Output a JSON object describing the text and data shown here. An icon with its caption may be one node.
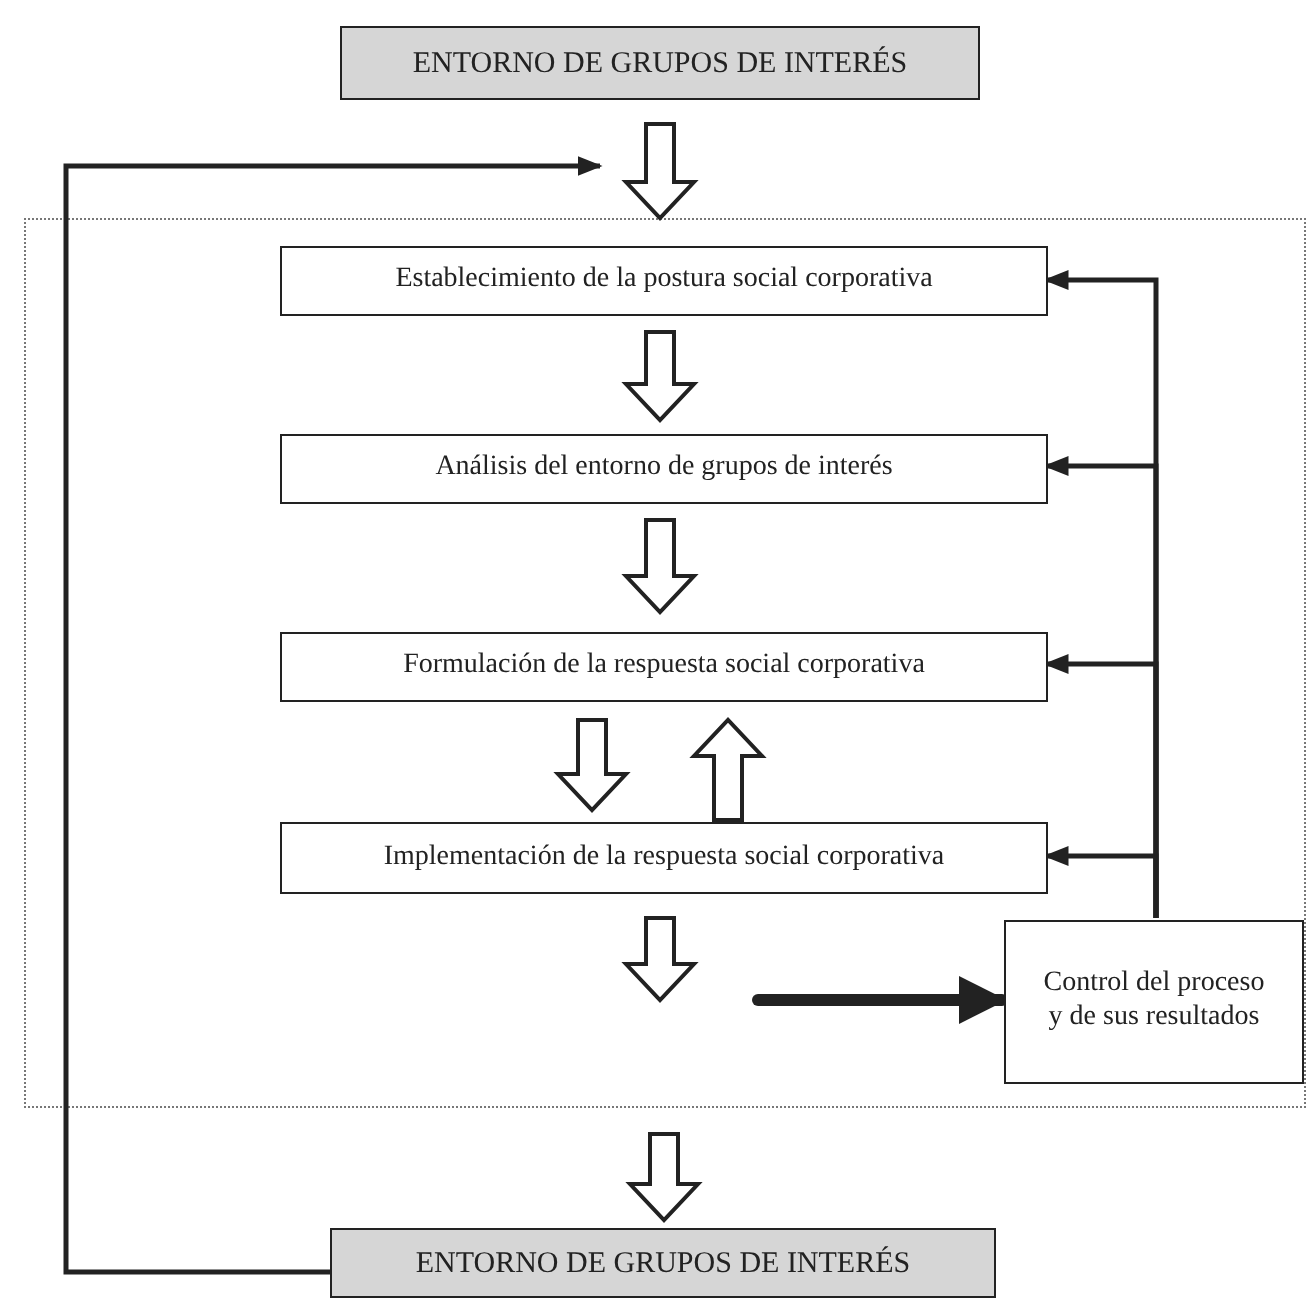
{
  "diagram": {
    "nodes": [
      {
        "text": [
          "ENTORNO DE GRUPOS DE INTERÉS"
        ]
      },
      {
        "text": [],
        "shape": "box"
      },
      {
        "text": [
          "Establecimiento de la postura social corporativa"
        ],
        "in": 1
      },
      {
        "text": [
          "Análisis del entorno de grupos de interés"
        ],
        "in": 1
      },
      {
        "text": [
          "Formulación de la respuesta social corporativa"
        ],
        "in": 1
      },
      {
        "text": [
          "Implementación de la respuesta social corporativa"
        ],
        "in": 1
      },
      {
        "text": [
          "Control del proceso y de sus resultados"
        ],
        "in": 1
      },
      {
        "text": [
          "ENTORNO DE GRUPOS DE INTERÉS"
        ]
      }
    ],
    "edges": [
      {
        "from": 0,
        "to": 1,
        "arrow": "to"
      },
      {
        "from": 7,
        "to": 1,
        "arrow": "to"
      },
      {
        "from": 2,
        "to": 3,
        "arrow": "to"
      },
      {
        "from": 3,
        "to": 4,
        "arrow": "to"
      },
      {
        "from": 4,
        "to": 5,
        "arrow": "to"
      },
      {
        "from": 5,
        "to": 4,
        "arrow": "to"
      },
      {
        "from": 5,
        "to": null,
        "arrow": "to"
      },
      {
        "from": null,
        "to": 6,
        "arrow": "to",
        "style": "thick"
      },
      {
        "from": 6,
        "to": 2,
        "arrow": "to"
      },
      {
        "from": 6,
        "to": 3,
        "arrow": "to"
      },
      {
        "from": 6,
        "to": 4,
        "arrow": "to"
      },
      {
        "from": 6,
        "to": 5,
        "arrow": "to"
      },
      {
        "from": 1,
        "to": 7,
        "arrow": "to"
      }
    ]
  }
}
